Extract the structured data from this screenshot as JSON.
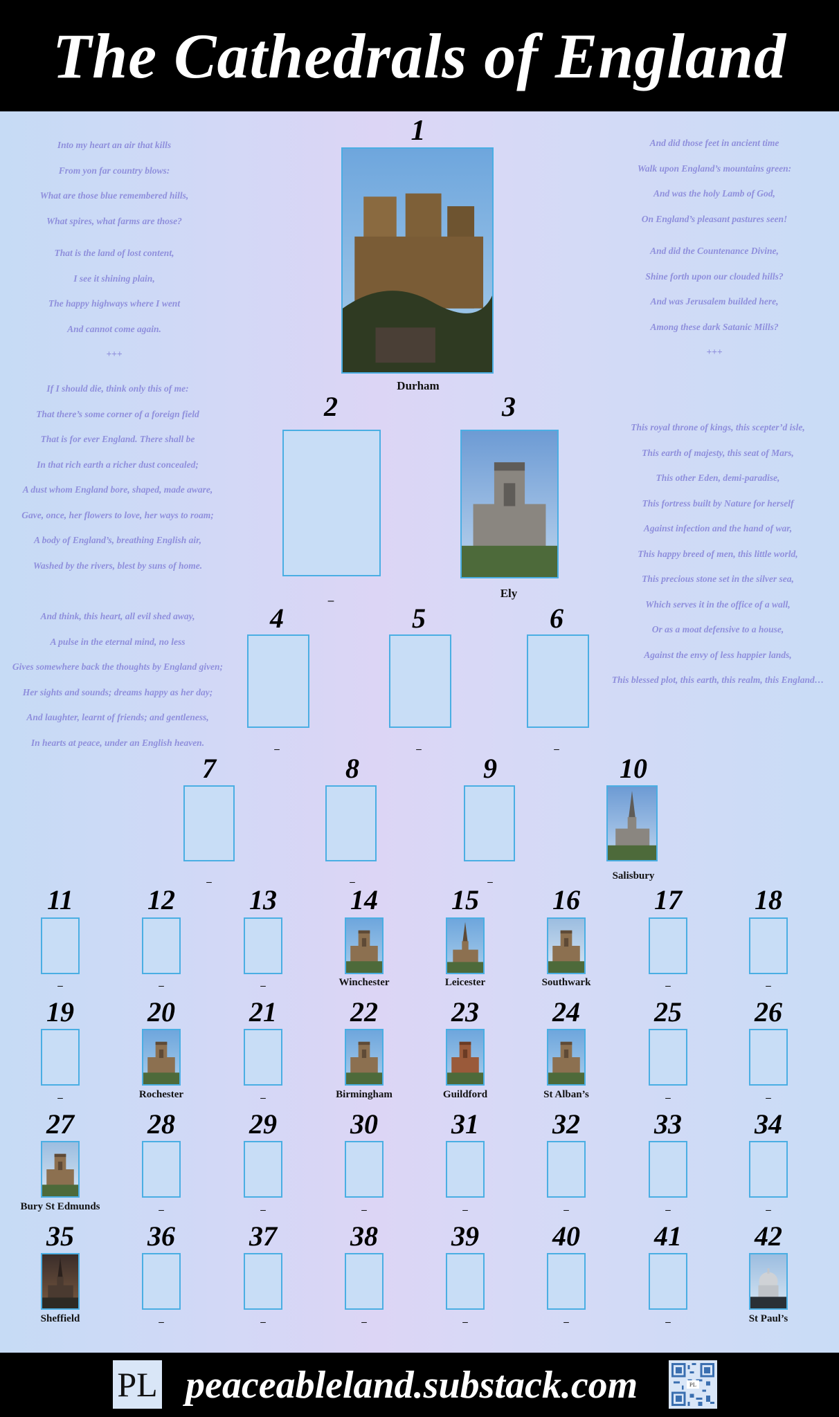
{
  "title": "The Cathedrals of England",
  "footer": {
    "logo": "PL",
    "site": "peaceableland.substack.com",
    "qr_label": "PL"
  },
  "poems": {
    "left_top": [
      "Into my heart an air that kills",
      "From yon far country blows:",
      "What are those blue remembered hills,",
      "What spires, what farms are those?"
    ],
    "left_top2": [
      "That is the land of lost content,",
      "I see it shining plain,",
      "The happy highways where I went",
      "And cannot come again.",
      "+++"
    ],
    "left_mid": [
      "If I should die, think only this of me:",
      "That there’s some corner of a foreign field",
      "That is for ever England. There shall be",
      "In that rich earth a richer dust concealed;",
      "A dust whom England bore, shaped, made aware,",
      "Gave, once, her flowers to love, her ways to roam;",
      "A body of England’s, breathing English air,",
      "Washed by the rivers, blest by suns of home."
    ],
    "left_bot": [
      "And think, this heart, all evil shed away,",
      "A pulse in the eternal mind, no less",
      "Gives somewhere back the thoughts by England given;",
      "Her sights and sounds; dreams happy as her day;",
      "And laughter, learnt of friends; and gentleness,",
      "In hearts at peace, under an English heaven."
    ],
    "right_top": [
      "And did those feet in ancient time",
      "Walk upon England’s mountains green:",
      "And was the holy Lamb of God,",
      "On England’s pleasant pastures seen!"
    ],
    "right_top2": [
      "And did the Countenance Divine,",
      "Shine forth upon our clouded hills?",
      "And was Jerusalem builded here,",
      "Among these dark Satanic Mills?",
      "+++"
    ],
    "right_mid": [
      "This royal throne of kings, this scepter’d isle,",
      "This earth of majesty, this seat of Mars,",
      "This other Eden, demi-paradise,",
      "This fortress built by Nature for herself",
      "Against infection and the hand of war,",
      "This happy breed of men, this little world,",
      "This precious stone set in the silver sea,",
      "Which serves it in the office of a wall,",
      "Or as a moat defensive to a house,",
      "Against the envy of less happier lands,",
      "This blessed plot, this earth, this realm, this England…"
    ]
  },
  "cathedrals": [
    {
      "n": "1",
      "name": "Durham",
      "photo": "durham-photo"
    },
    {
      "n": "2",
      "name": "_",
      "photo": null
    },
    {
      "n": "3",
      "name": "Ely",
      "photo": "ely-photo"
    },
    {
      "n": "4",
      "name": "_",
      "photo": null
    },
    {
      "n": "5",
      "name": "_",
      "photo": null
    },
    {
      "n": "6",
      "name": "_",
      "photo": null
    },
    {
      "n": "7",
      "name": "_",
      "photo": null
    },
    {
      "n": "8",
      "name": "_",
      "photo": null
    },
    {
      "n": "9",
      "name": "_",
      "photo": null
    },
    {
      "n": "10",
      "name": "Salisbury",
      "photo": "salisbury-photo"
    },
    {
      "n": "11",
      "name": "_",
      "photo": null
    },
    {
      "n": "12",
      "name": "_",
      "photo": null
    },
    {
      "n": "13",
      "name": "_",
      "photo": null
    },
    {
      "n": "14",
      "name": "Winchester",
      "photo": "winchester-photo"
    },
    {
      "n": "15",
      "name": "Leicester",
      "photo": "leicester-photo"
    },
    {
      "n": "16",
      "name": "Southwark",
      "photo": "southwark-photo"
    },
    {
      "n": "17",
      "name": "_",
      "photo": null
    },
    {
      "n": "18",
      "name": "_",
      "photo": null
    },
    {
      "n": "19",
      "name": "_",
      "photo": null
    },
    {
      "n": "20",
      "name": "Rochester",
      "photo": "rochester-photo"
    },
    {
      "n": "21",
      "name": "_",
      "photo": null
    },
    {
      "n": "22",
      "name": "Birmingham",
      "photo": "birmingham-photo"
    },
    {
      "n": "23",
      "name": "Guildford",
      "photo": "guildford-photo"
    },
    {
      "n": "24",
      "name": "St Alban’s",
      "photo": "st-albans-photo"
    },
    {
      "n": "25",
      "name": "_",
      "photo": null
    },
    {
      "n": "26",
      "name": "_",
      "photo": null
    },
    {
      "n": "27",
      "name": "Bury St Edmunds",
      "photo": "bury-st-edmunds-photo"
    },
    {
      "n": "28",
      "name": "_",
      "photo": null
    },
    {
      "n": "29",
      "name": "_",
      "photo": null
    },
    {
      "n": "30",
      "name": "_",
      "photo": null
    },
    {
      "n": "31",
      "name": "_",
      "photo": null
    },
    {
      "n": "32",
      "name": "_",
      "photo": null
    },
    {
      "n": "33",
      "name": "_",
      "photo": null
    },
    {
      "n": "34",
      "name": "_",
      "photo": null
    },
    {
      "n": "35",
      "name": "Sheffield",
      "photo": "sheffield-photo"
    },
    {
      "n": "36",
      "name": "_",
      "photo": null
    },
    {
      "n": "37",
      "name": "_",
      "photo": null
    },
    {
      "n": "38",
      "name": "_",
      "photo": null
    },
    {
      "n": "39",
      "name": "_",
      "photo": null
    },
    {
      "n": "40",
      "name": "_",
      "photo": null
    },
    {
      "n": "41",
      "name": "_",
      "photo": null
    },
    {
      "n": "42",
      "name": "St Paul’s",
      "photo": "st-pauls-photo"
    }
  ]
}
